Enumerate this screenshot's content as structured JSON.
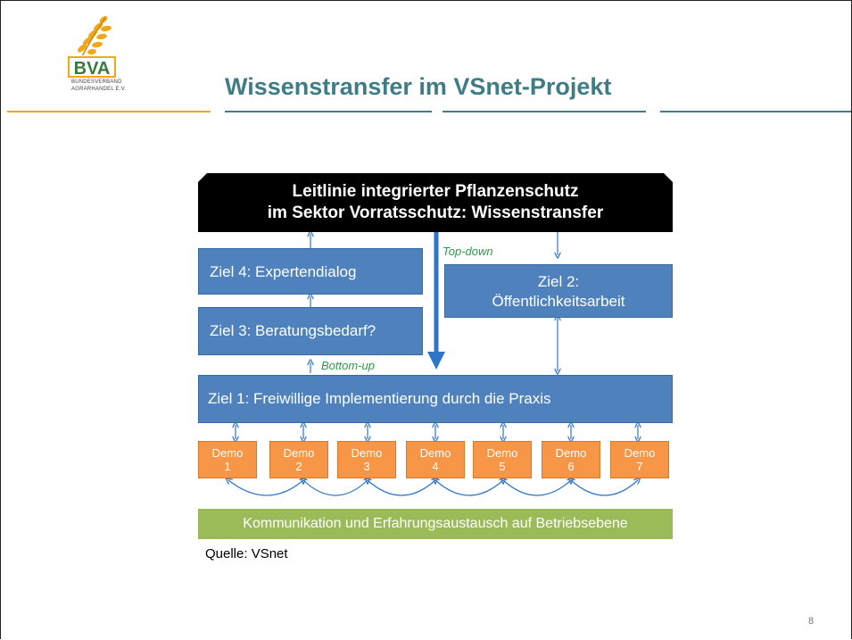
{
  "logo": {
    "abbrev": "BVA",
    "line1": "BUNDESVERBAND",
    "line2": "AGRARHANDEL E.V."
  },
  "slide": {
    "title": "Wissenstransfer im VSnet-Projekt",
    "page_number": "8",
    "source": "Quelle: VSnet"
  },
  "diagram": {
    "header_line1": "Leitlinie integrierter Pflanzenschutz",
    "header_line2": "im Sektor Vorratsschutz: Wissenstransfer",
    "ziel4": "Ziel 4: Expertendialog",
    "ziel3": "Ziel 3: Beratungsbedarf?",
    "ziel2_line1": "Ziel 2:",
    "ziel2_line2": "Öffentlichkeitsarbeit",
    "ziel1": "Ziel 1: Freiwillige Implementierung durch die Praxis",
    "top_down": "Top-down",
    "bottom_up": "Bottom-up",
    "demos": [
      {
        "word": "Demo",
        "num": "1"
      },
      {
        "word": "Demo",
        "num": "2"
      },
      {
        "word": "Demo",
        "num": "3"
      },
      {
        "word": "Demo",
        "num": "4"
      },
      {
        "word": "Demo",
        "num": "5"
      },
      {
        "word": "Demo",
        "num": "6"
      },
      {
        "word": "Demo",
        "num": "7"
      }
    ],
    "footer": "Kommunikation und Erfahrungsaustausch auf Betriebsebene",
    "colors": {
      "header": "#000000",
      "ziel": "#4f81bd",
      "demo": "#f79646",
      "footer": "#9bbb59",
      "arrow": "#2e75c8",
      "label": "#2e9a4a",
      "title": "#3f7c85"
    }
  }
}
